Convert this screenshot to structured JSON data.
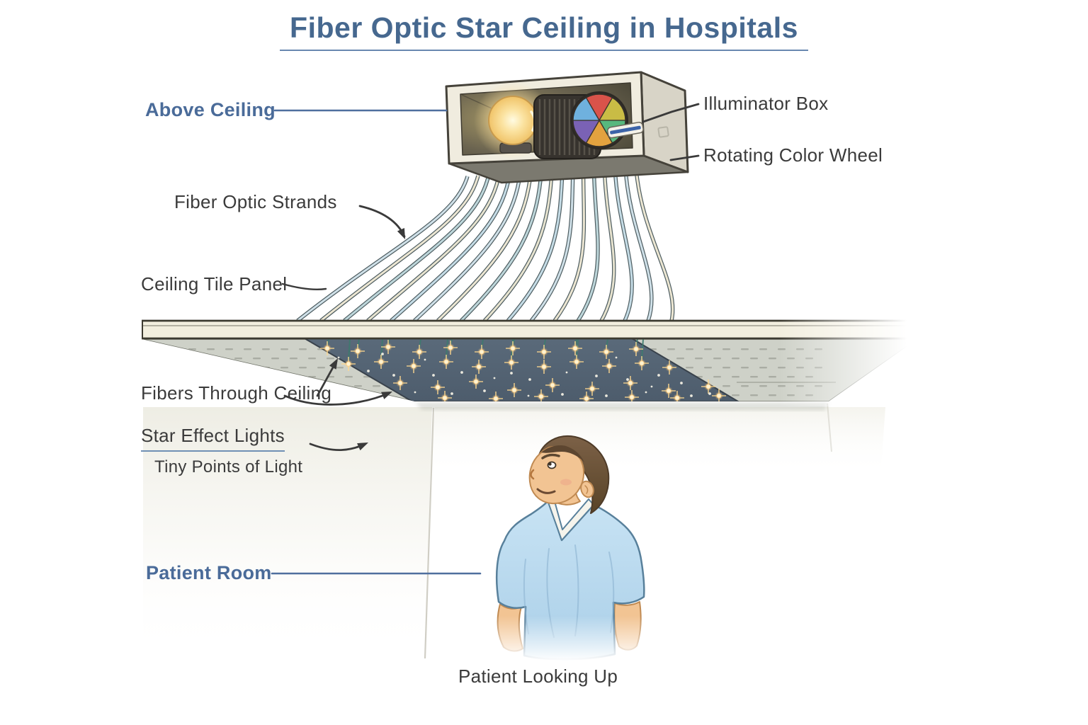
{
  "title": "Fiber Optic Star Ceiling in Hospitals",
  "labels": {
    "above_ceiling": "Above Ceiling",
    "illuminator_box": "Illuminator Box",
    "rotating_color_wheel": "Rotating Color Wheel",
    "fiber_optic_strands": "Fiber Optic Strands",
    "ceiling_tile_panel": "Ceiling Tile Panel",
    "fibers_through_ceiling": "Fibers Through Ceiling",
    "star_effect_lights": "Star Effect Lights",
    "tiny_points_of_light": "Tiny Points of Light",
    "patient_room": "Patient Room",
    "patient_looking_up": "Patient Looking Up"
  },
  "colors": {
    "label_blue": "#4a6b99",
    "label_dark": "#3b3b3b",
    "leader_line": "#3a3a3a",
    "title_blue": "#46688f",
    "title_underline": "#6988b0",
    "wheel_segments": [
      "#d9534a",
      "#c9bc45",
      "#57b87e",
      "#e3a23f",
      "#7a62b5",
      "#6fb1de"
    ],
    "fiber_palette": [
      "#cfe0e8",
      "#ece6d2",
      "#bdd6da",
      "#e7e3cf",
      "#c5dce6"
    ],
    "fiber_outline": "#4d5c60",
    "star_core": "#fff3d2",
    "star_glow": "#ffd98f",
    "star_dot": "#f3f0e4",
    "hang_line": "#3f7a6e",
    "panel_dark": "#556577",
    "ceiling_cream": "#f2eede",
    "underside_gray": "#ced1c8",
    "box_frame": "#f0ecdf",
    "box_side": "#d8d4c7",
    "box_bottom": "#7b796f",
    "bulb_warm": "#f7d98b",
    "gown_blue": "#bcdcf1",
    "skin": "#f2c493",
    "hair_brown": "#6e5640"
  }
}
